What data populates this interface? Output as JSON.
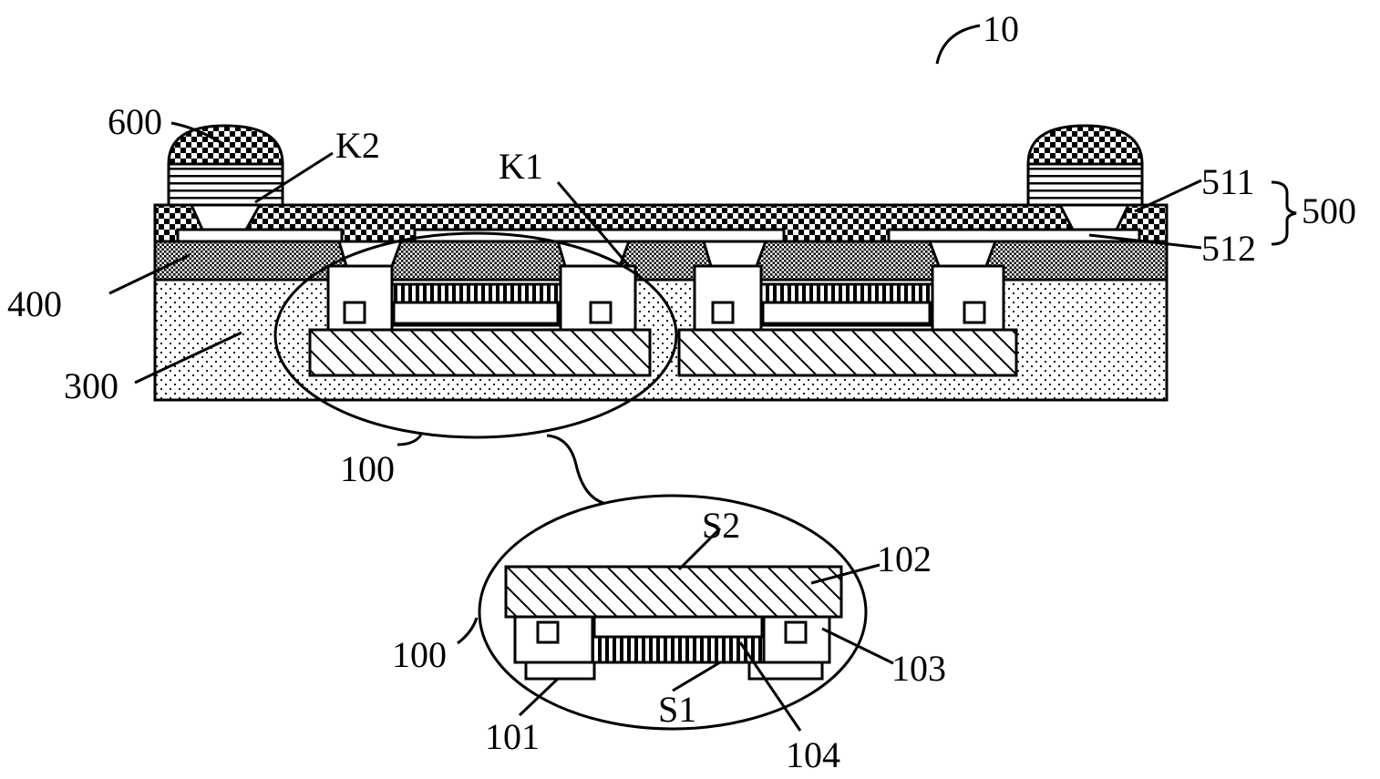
{
  "labels": {
    "package": "10",
    "bump": "600",
    "via_outer": "K2",
    "via_inner": "K1",
    "layer_511": "511",
    "layer_512": "512",
    "layer_group": "500",
    "layer_400": "400",
    "layer_300": "300",
    "chip": "100",
    "chip_detail": "100",
    "surface_top": "S2",
    "surface_bottom": "S1",
    "part_101": "101",
    "part_102": "102",
    "part_103": "103",
    "part_104": "104"
  }
}
